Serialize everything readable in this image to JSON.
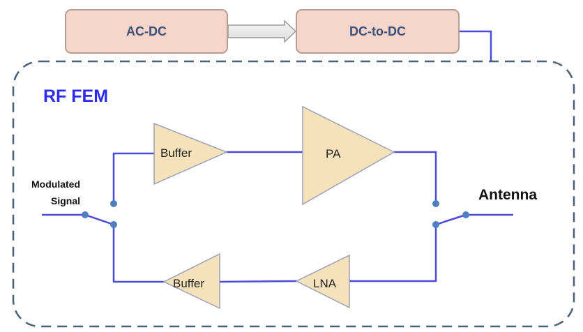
{
  "power_chain": {
    "ac_dc": "AC-DC",
    "dc_dc": "DC-to-DC"
  },
  "module": {
    "title": "RF FEM"
  },
  "blocks": {
    "tx_buffer": "Buffer",
    "pa": "PA",
    "rx_buffer": "Buffer",
    "lna": "LNA"
  },
  "ports": {
    "input_line1": "Modulated",
    "input_line2": "Signal",
    "output": "Antenna"
  },
  "colors": {
    "box_fill": "#f6d5cb",
    "box_border": "#b79c92",
    "triangle_fill": "#f5e2bb",
    "triangle_border": "#9aa2b8",
    "wire": "#4a4ad8",
    "switch_dot": "#4f7fc0",
    "dashed_border": "#4a6078",
    "title": "#2b2bf0"
  }
}
